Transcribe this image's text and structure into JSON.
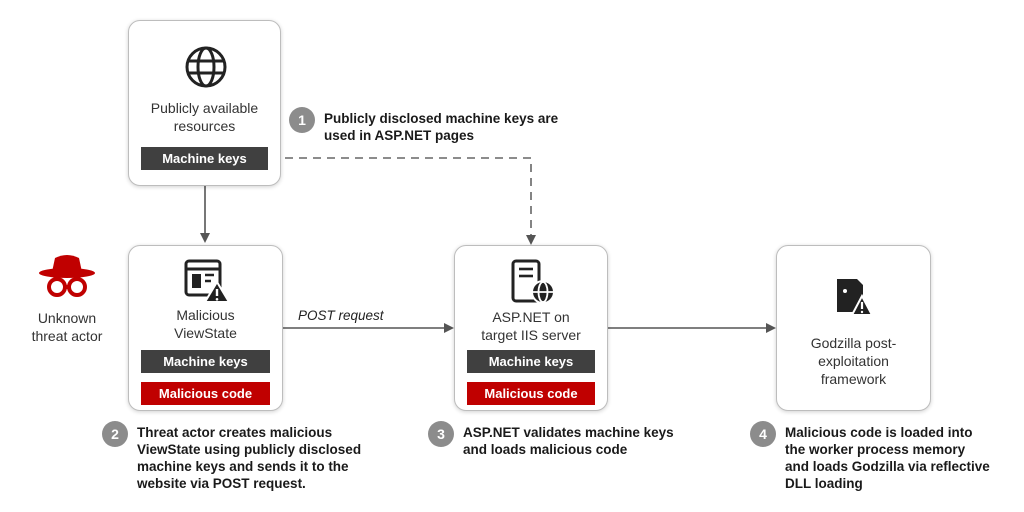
{
  "colors": {
    "accent_red": "#c00000",
    "tag_dark": "#404040",
    "step_circle": "#8c8c8c",
    "border": "#bdbdbd",
    "arrow": "#555555"
  },
  "resources_box": {
    "icon": "globe-icon",
    "label": "Publicly available\nresources",
    "tag": "Machine keys"
  },
  "viewstate_box": {
    "icon": "document-warning-icon",
    "label": "Malicious\nViewState",
    "tag_keys": "Machine keys",
    "tag_code": "Malicious code"
  },
  "aspnet_box": {
    "icon": "server-globe-icon",
    "label": "ASP.NET on\ntarget IIS server",
    "tag_keys": "Machine keys",
    "tag_code": "Malicious code"
  },
  "godzilla_box": {
    "icon": "file-warning-icon",
    "label": "Godzilla post-\nexploitation\nframework"
  },
  "actor": {
    "icon": "hacker-icon",
    "label": "Unknown\nthreat actor"
  },
  "post_request_label": "POST request",
  "steps": [
    {
      "num": "1",
      "text": "Publicly disclosed machine keys are\nused in ASP.NET pages"
    },
    {
      "num": "2",
      "text": "Threat actor creates malicious\nViewState using publicly disclosed\nmachine keys and sends it to the\nwebsite via POST request."
    },
    {
      "num": "3",
      "text": "ASP.NET validates machine keys\nand loads malicious code"
    },
    {
      "num": "4",
      "text": "Malicious code is loaded into\nthe worker process memory\nand loads Godzilla via reflective\nDLL loading"
    }
  ]
}
